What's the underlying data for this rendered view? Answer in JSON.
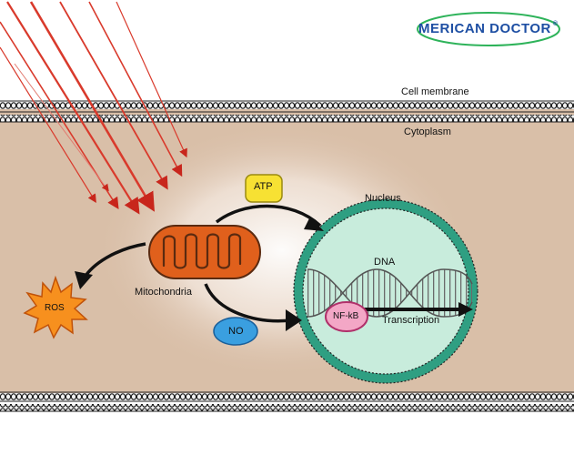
{
  "brand": {
    "logo_text": "MERICAN DOCTOR",
    "registered_mark": "®",
    "color": "#1e4fa3",
    "ring_color": "#2eb35a"
  },
  "labels": {
    "cell_membrane": "Cell membrane",
    "cytoplasm": "Cytoplasm",
    "nucleus": "Nucleus",
    "dna": "DNA",
    "mitochondria": "Mitochondria",
    "atp": "ATP",
    "no": "NO",
    "ros": "ROS",
    "nfkb": "NF-kB",
    "transcription": "Transcription"
  },
  "colors": {
    "cytoplasm": "#d9bfa8",
    "mitochondria": "#e0601c",
    "nucleus_fill": "#c8ecdc",
    "nucleus_ring": "#2f9f82",
    "atp_badge": "#f7e133",
    "no_badge": "#3a9fe0",
    "ros_burst": "#f7901e",
    "nfkb_badge": "#f3a7c6",
    "light_rays": "#d93a2c"
  }
}
